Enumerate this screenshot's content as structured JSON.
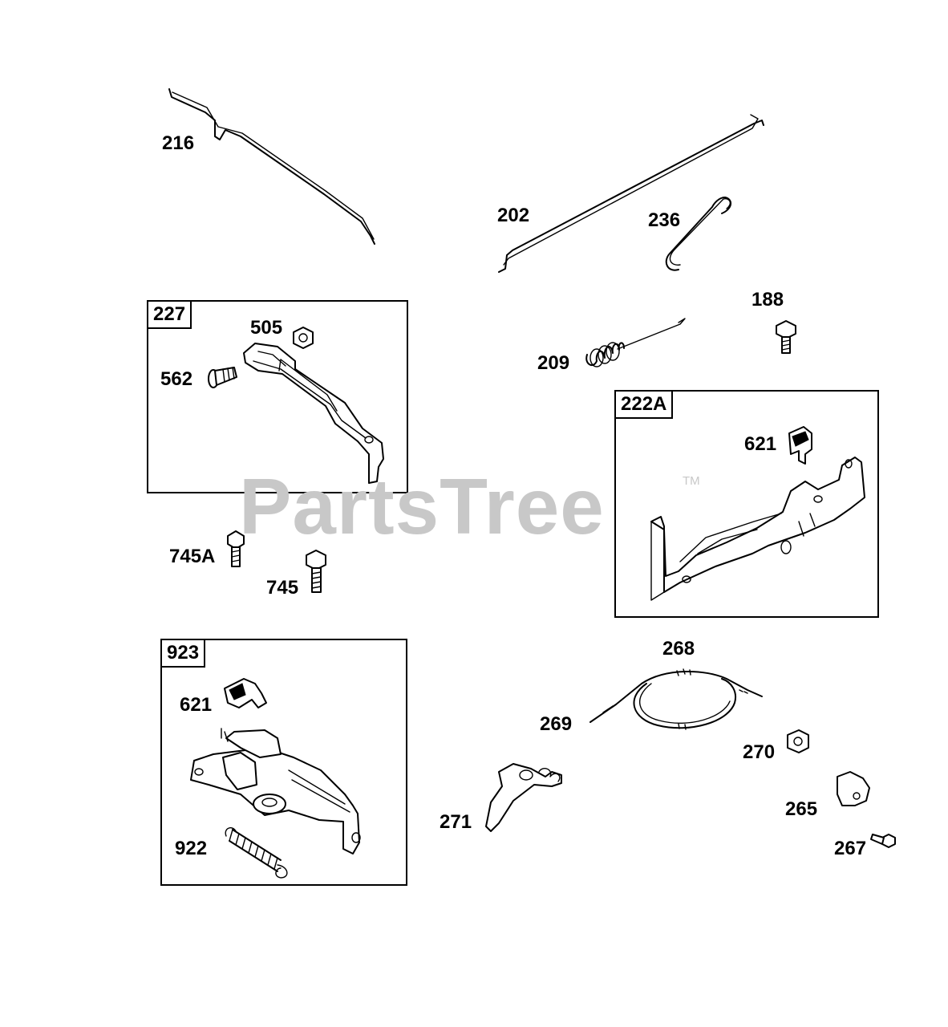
{
  "watermark": {
    "text": "PartsTree",
    "trademark": "TM"
  },
  "groups": [
    {
      "id": "227",
      "label": "227"
    },
    {
      "id": "222A",
      "label": "222A"
    },
    {
      "id": "923",
      "label": "923"
    }
  ],
  "callouts": {
    "p216": "216",
    "p202": "202",
    "p236": "236",
    "p505": "505",
    "p562": "562",
    "p188": "188",
    "p209": "209",
    "p621a": "621",
    "p745A": "745A",
    "p745": "745",
    "p621b": "621",
    "p922": "922",
    "p268": "268",
    "p269": "269",
    "p270": "270",
    "p265": "265",
    "p271": "271",
    "p267": "267"
  }
}
